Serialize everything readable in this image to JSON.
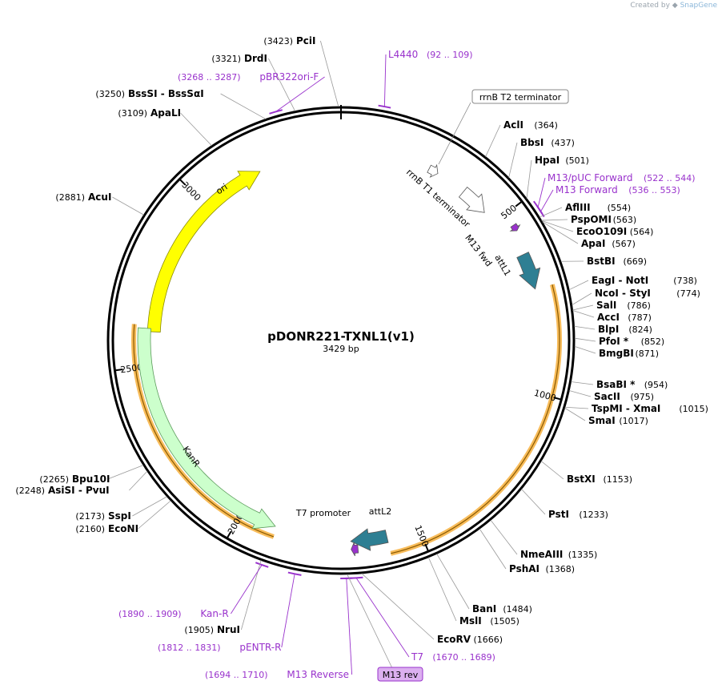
{
  "branding": {
    "created_by": "Created by",
    "product": "SnapGene",
    "mark_icon": "snapgene-logo-icon"
  },
  "plasmid": {
    "name": "pDONR221-TXNL1(v1)",
    "size_label": "3429 bp",
    "length": 3429
  },
  "colors": {
    "site": "#000000",
    "primer": "#9932CC",
    "ori": "#FFFF00",
    "kanr": "#CCFFCC",
    "att": "#2E7F93",
    "terminator": "#FFFFFF",
    "t7": "#9932CC",
    "orange_arc": "#F5A623",
    "mark_line": "#999999"
  },
  "tick_labels": [
    "500",
    "1000",
    "1500",
    "2000",
    "2500",
    "3000"
  ],
  "tick_positions": [
    500,
    1000,
    1500,
    2000,
    2500,
    3000
  ],
  "sites": [
    {
      "bp": 3423,
      "name": "PciI",
      "pos": "(3423)"
    },
    {
      "bp": 3321,
      "name": "DrdI",
      "pos": "(3321)"
    },
    {
      "bp": 3250,
      "name": "BssSI  -  BssSαI",
      "pos": "(3250)"
    },
    {
      "bp": 3109,
      "name": "ApaLI",
      "pos": "(3109)"
    },
    {
      "bp": 2881,
      "name": "AcuI",
      "pos": "(2881)"
    },
    {
      "bp": 2265,
      "name": "Bpu10I",
      "pos": "(2265)"
    },
    {
      "bp": 2248,
      "name": "AsiSI  -  PvuI",
      "pos": "(2248)"
    },
    {
      "bp": 2173,
      "name": "SspI",
      "pos": "(2173)"
    },
    {
      "bp": 2160,
      "name": "EcoNI",
      "pos": "(2160)"
    },
    {
      "bp": 1905,
      "name": "NruI",
      "pos": "(1905)"
    },
    {
      "bp": 364,
      "name": "AclI",
      "pos": "(364)"
    },
    {
      "bp": 437,
      "name": "BbsI",
      "pos": "(437)"
    },
    {
      "bp": 501,
      "name": "HpaI",
      "pos": "(501)"
    },
    {
      "bp": 554,
      "name": "AflIII",
      "pos": "(554)"
    },
    {
      "bp": 563,
      "name": "PspOMI",
      "pos": "(563)"
    },
    {
      "bp": 564,
      "name": "EcoO109I",
      "pos": "(564)"
    },
    {
      "bp": 567,
      "name": "ApaI",
      "pos": "(567)"
    },
    {
      "bp": 669,
      "name": "BstBI",
      "pos": "(669)"
    },
    {
      "bp": 738,
      "name": "EagI  -  NotI",
      "pos": "(738)"
    },
    {
      "bp": 774,
      "name": "NcoI  -  StyI",
      "pos": "(774)"
    },
    {
      "bp": 786,
      "name": "SalI",
      "pos": "(786)"
    },
    {
      "bp": 787,
      "name": "AccI",
      "pos": "(787)"
    },
    {
      "bp": 824,
      "name": "BlpI",
      "pos": "(824)"
    },
    {
      "bp": 852,
      "name": "PfoI *",
      "pos": "(852)"
    },
    {
      "bp": 871,
      "name": "BmgBI",
      "pos": "(871)"
    },
    {
      "bp": 954,
      "name": "BsaBI *",
      "pos": "(954)"
    },
    {
      "bp": 975,
      "name": "SacII",
      "pos": "(975)"
    },
    {
      "bp": 1015,
      "name": "TspMI  -  XmaI",
      "pos": "(1015)"
    },
    {
      "bp": 1017,
      "name": "SmaI",
      "pos": "(1017)"
    },
    {
      "bp": 1153,
      "name": "BstXI",
      "pos": "(1153)"
    },
    {
      "bp": 1233,
      "name": "PstI",
      "pos": "(1233)"
    },
    {
      "bp": 1335,
      "name": "NmeAIII",
      "pos": "(1335)"
    },
    {
      "bp": 1368,
      "name": "PshAI",
      "pos": "(1368)"
    },
    {
      "bp": 1484,
      "name": "BanI",
      "pos": "(1484)"
    },
    {
      "bp": 1505,
      "name": "MslI",
      "pos": "(1505)"
    },
    {
      "bp": 1666,
      "name": "EcoRV",
      "pos": "(1666)"
    }
  ],
  "primers": [
    {
      "name": "L4440",
      "range": "(92 .. 109)",
      "start": 92,
      "end": 109
    },
    {
      "name": "pBR322ori-F",
      "range": "(3268 .. 3287)",
      "start": 3268,
      "end": 3287
    },
    {
      "name": "M13/pUC Forward",
      "range": "(522 .. 544)",
      "start": 522,
      "end": 544
    },
    {
      "name": "M13 Forward",
      "range": "(536 .. 553)",
      "start": 536,
      "end": 553
    },
    {
      "name": "Kan-R",
      "range": "(1890 .. 1909)",
      "start": 1890,
      "end": 1909
    },
    {
      "name": "pENTR-R",
      "range": "(1812 .. 1831)",
      "start": 1812,
      "end": 1831
    },
    {
      "name": "M13 Reverse",
      "range": "(1694 .. 1710)",
      "start": 1694,
      "end": 1710
    },
    {
      "name": "T7",
      "range": "(1670 .. 1689)",
      "start": 1670,
      "end": 1689
    },
    {
      "name": "M13 rev",
      "range": "",
      "start": 1700,
      "end": 1700
    }
  ],
  "features": [
    {
      "name": "ori",
      "start": 2597,
      "end": 3185,
      "color": "#FFFF00",
      "dir": 1
    },
    {
      "name": "KanR",
      "start": 1900,
      "end": 2606,
      "color": "#CCFFCC",
      "dir": -1
    },
    {
      "name": "attL1",
      "start": 617,
      "end": 716,
      "color": "#2E7F93",
      "dir": 1
    },
    {
      "name": "attL2",
      "start": 1589,
      "end": 1688,
      "color": "#2E7F93",
      "dir": 1
    },
    {
      "name": "M13 fwd",
      "start": 536,
      "end": 553,
      "color": "#9932CC",
      "dir": 1
    },
    {
      "name": "rrnB T1 terminator",
      "start": 376,
      "end": 460,
      "color": "#FFFFFF",
      "dir": 1
    },
    {
      "name": "rrnB T2 terminator",
      "start": 259,
      "end": 287,
      "color": "#FFFFFF",
      "dir": 1
    },
    {
      "name": "T7 promoter",
      "start": 1670,
      "end": 1688,
      "color": "#9932CC",
      "dir": 1
    }
  ],
  "feature_labels": {
    "ori": "ori",
    "kanr": "KanR",
    "attl1": "attL1",
    "attl2": "attL2",
    "m13fwd": "M13 fwd",
    "rrnb_t1": "rrnB T1 terminator",
    "rrnb_t2": "rrnB T2 terminator",
    "t7_promoter": "T7 promoter"
  }
}
